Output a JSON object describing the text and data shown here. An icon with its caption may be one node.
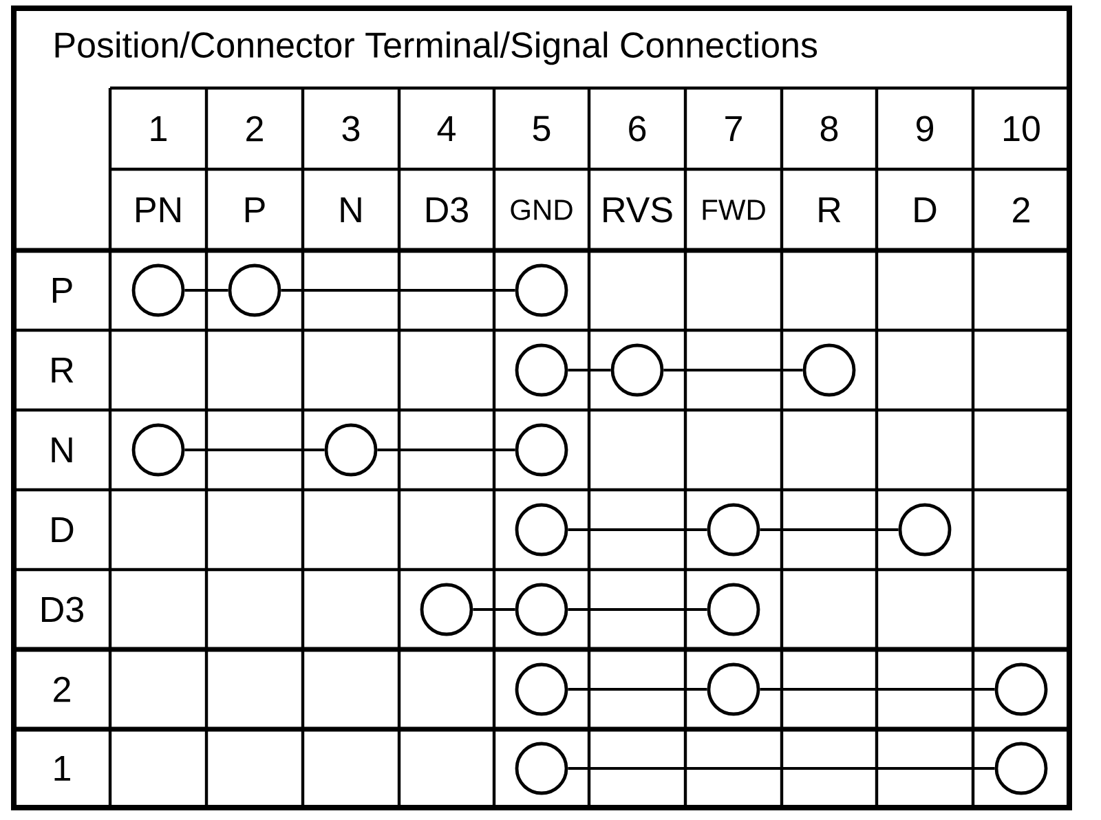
{
  "diagram": {
    "title": "Position/Connector Terminal/Signal Connections",
    "nodes": [
      {
        "text": [],
        "shape": "circle"
      },
      {
        "text": [],
        "shape": "circle"
      },
      {
        "text": [],
        "shape": "circle"
      },
      {
        "text": [],
        "shape": "circle"
      },
      {
        "text": [],
        "shape": "circle"
      },
      {
        "text": [],
        "shape": "circle"
      },
      {
        "text": [],
        "shape": "circle"
      },
      {
        "text": [],
        "shape": "circle"
      },
      {
        "text": [],
        "shape": "circle"
      },
      {
        "text": [],
        "shape": "circle"
      },
      {
        "text": [],
        "shape": "circle"
      },
      {
        "text": [],
        "shape": "circle"
      },
      {
        "text": [],
        "shape": "circle"
      },
      {
        "text": [],
        "shape": "circle"
      },
      {
        "text": [],
        "shape": "circle"
      },
      {
        "text": [],
        "shape": "circle"
      },
      {
        "text": [],
        "shape": "circle"
      },
      {
        "text": [],
        "shape": "circle"
      },
      {
        "text": [],
        "shape": "circle"
      },
      {
        "text": [],
        "shape": "circle"
      }
    ],
    "edges": [
      {
        "from": 0,
        "to": 1,
        "arrow": "none"
      },
      {
        "from": 1,
        "to": 2,
        "arrow": "none"
      },
      {
        "from": 3,
        "to": 4,
        "arrow": "none"
      },
      {
        "from": 4,
        "to": 5,
        "arrow": "none"
      },
      {
        "from": 6,
        "to": 7,
        "arrow": "none"
      },
      {
        "from": 7,
        "to": 8,
        "arrow": "none"
      },
      {
        "from": 9,
        "to": 10,
        "arrow": "none"
      },
      {
        "from": 10,
        "to": 11,
        "arrow": "none"
      },
      {
        "from": 12,
        "to": 13,
        "arrow": "none"
      },
      {
        "from": 13,
        "to": 14,
        "arrow": "none"
      },
      {
        "from": 15,
        "to": 16,
        "arrow": "none"
      },
      {
        "from": 16,
        "to": 17,
        "arrow": "none"
      },
      {
        "from": 18,
        "to": 19,
        "arrow": "none"
      }
    ],
    "labels": [
      "1",
      "2",
      "3",
      "4",
      "5",
      "6",
      "7",
      "8",
      "9",
      "10",
      "PN",
      "P",
      "N",
      "D3",
      "GND",
      "RVS",
      "FWD",
      "R",
      "D",
      "2",
      "P",
      "R",
      "N",
      "D",
      "D3",
      "2",
      "1"
    ]
  }
}
